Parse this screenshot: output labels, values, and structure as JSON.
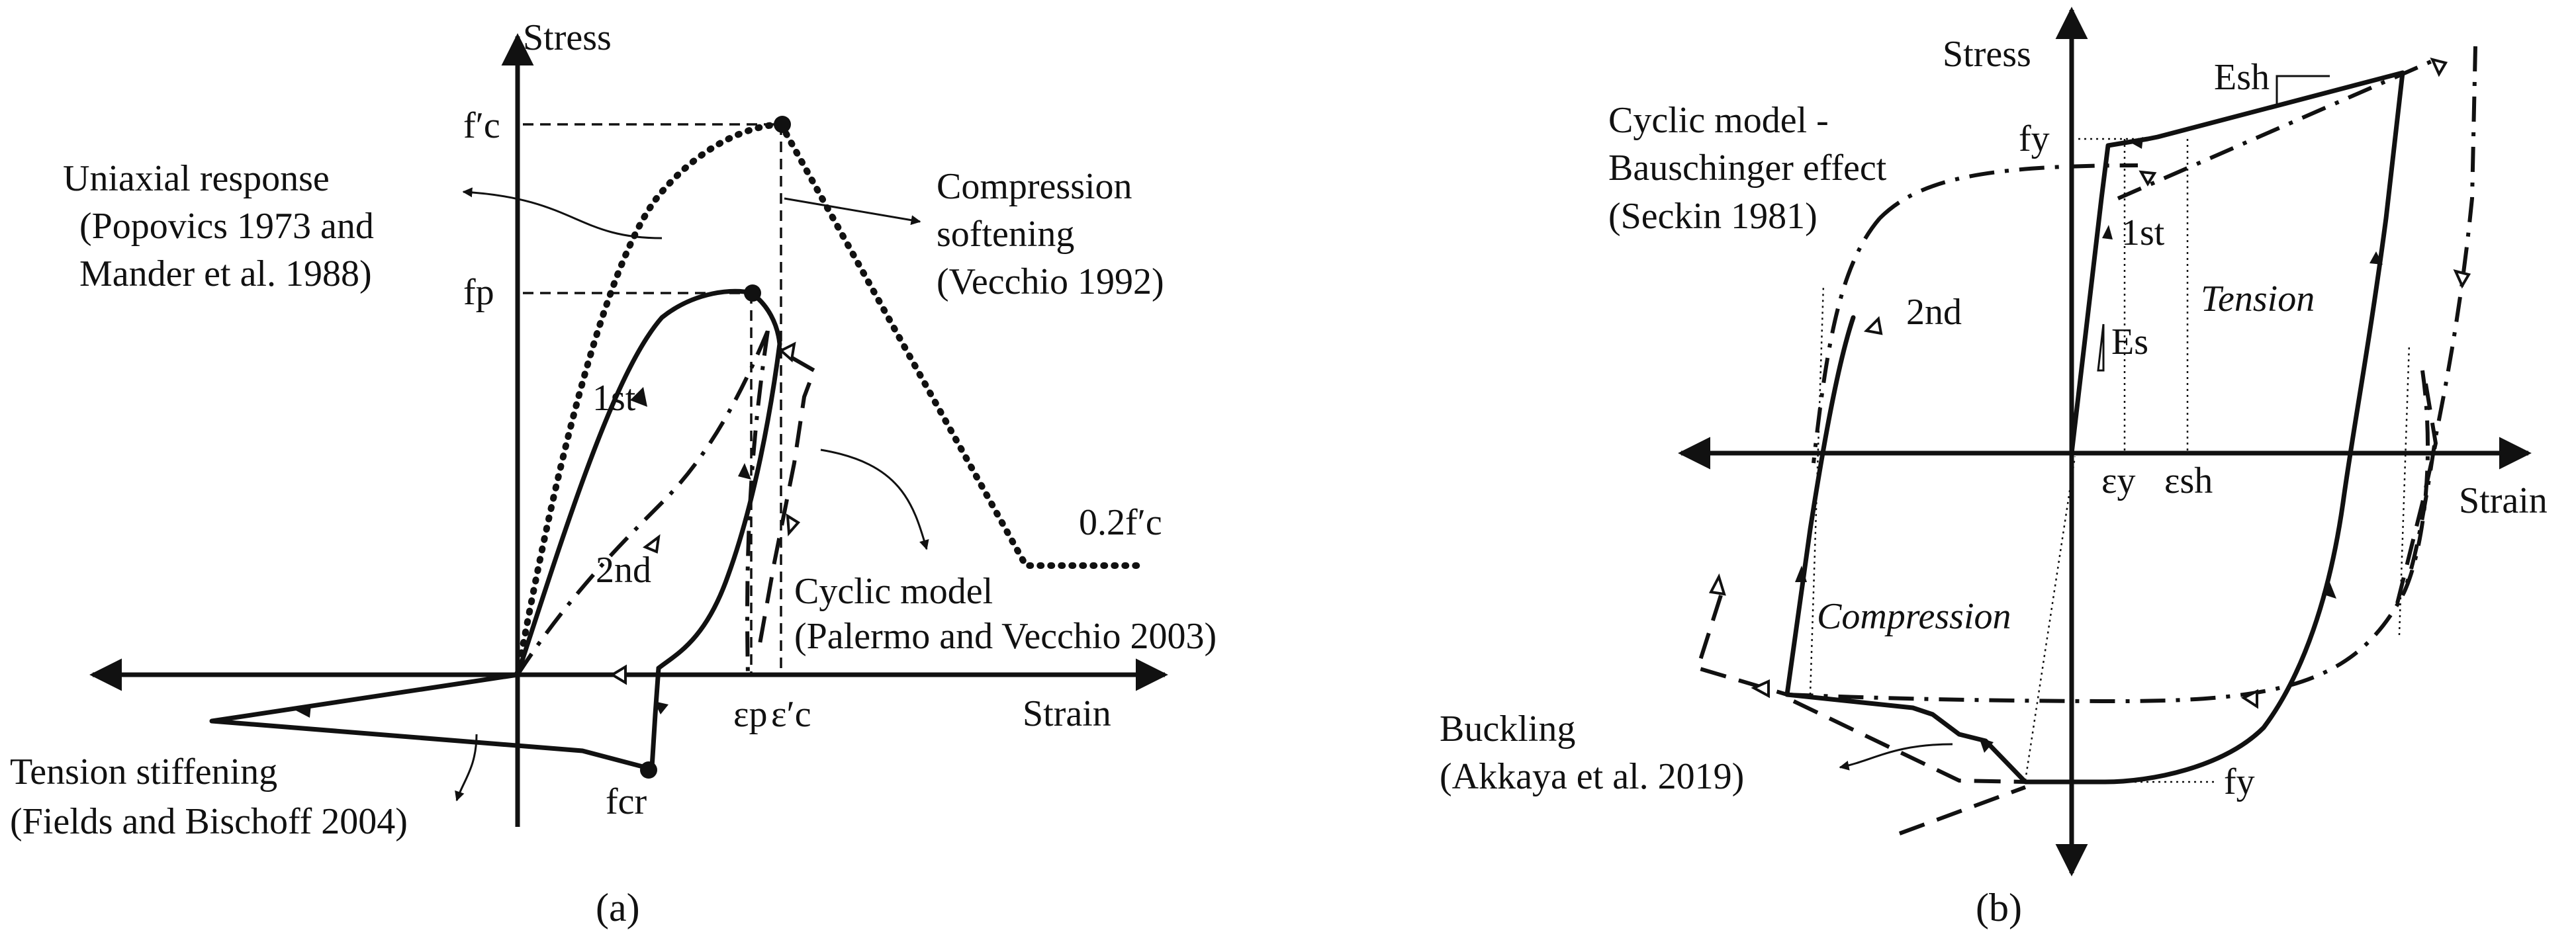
{
  "panel_a": {
    "caption": "(a)",
    "axis_stress": "Stress",
    "axis_strain": "Strain",
    "fc_prime": "f′c",
    "fp": "fp",
    "fcr": "fcr",
    "eps_p": "εp",
    "eps_c_prime": "ε′c",
    "residual": "0.2f′c",
    "uniaxial_line1": "Uniaxial response",
    "uniaxial_line2": "(Popovics 1973 and",
    "uniaxial_line3": "Mander et al. 1988)",
    "softening_line1": "Compression",
    "softening_line2": "softening",
    "softening_line3": "(Vecchio 1992)",
    "cyclic_line1": "Cyclic model",
    "cyclic_line2": "(Palermo and Vecchio 2003)",
    "tension_line1": "Tension stiffening",
    "tension_line2": "(Fields and Bischoff 2004)",
    "cycle1": "1st",
    "cycle2": "2nd"
  },
  "panel_b": {
    "caption": "(b)",
    "axis_stress": "Stress",
    "axis_strain": "Strain",
    "fy_top": "fy",
    "fy_bottom": "fy",
    "esh_slope": "Esh",
    "es_slope": "Es",
    "eps_y": "εy",
    "eps_sh": "εsh",
    "tension": "Tension",
    "compression": "Compression",
    "cyclic_line1": "Cyclic model -",
    "cyclic_line2": "Bauschinger effect",
    "cyclic_line3": "(Seckin 1981)",
    "buckling_line1": "Buckling",
    "buckling_line2": "(Akkaya et al. 2019)",
    "cycle1": "1st",
    "cycle2": "2nd"
  }
}
